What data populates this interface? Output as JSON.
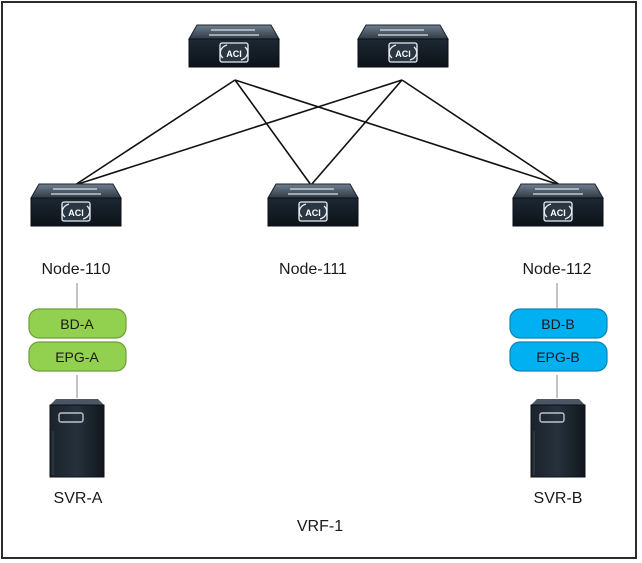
{
  "switch_badge": "ACI",
  "spines": [
    {
      "id": "spine-1",
      "label": ""
    },
    {
      "id": "spine-2",
      "label": ""
    }
  ],
  "leaves": [
    {
      "id": "node-110",
      "label": "Node-110"
    },
    {
      "id": "node-111",
      "label": "Node-111"
    },
    {
      "id": "node-112",
      "label": "Node-112"
    }
  ],
  "tenant_a": {
    "bd": "BD-A",
    "epg": "EPG-A",
    "server": "SVR-A",
    "color": "#92d050"
  },
  "tenant_b": {
    "bd": "BD-B",
    "epg": "EPG-B",
    "server": "SVR-B",
    "color": "#00b0f0"
  },
  "vrf": "VRF-1",
  "icons": {
    "switch": "aci-switch-icon",
    "server": "server-icon"
  }
}
